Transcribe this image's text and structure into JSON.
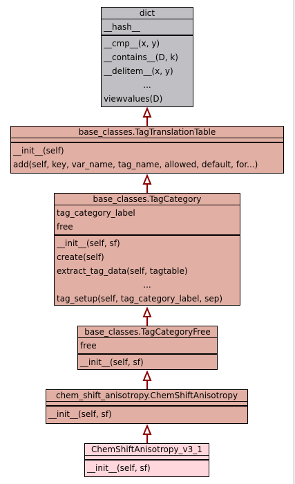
{
  "diagram": {
    "classes": {
      "dict": {
        "name": "dict",
        "attributes": [
          "__hash__"
        ],
        "methods": [
          "__cmp__(x, y)",
          "__contains__(D, k)",
          "__delitem__(x, y)",
          "...",
          "viewvalues(D)"
        ]
      },
      "tag_translation_table": {
        "name": "base_classes.TagTranslationTable",
        "attributes": [],
        "methods": [
          "__init__(self)",
          "add(self, key, var_name, tag_name, allowed, default, for...)"
        ]
      },
      "tag_category": {
        "name": "base_classes.TagCategory",
        "attributes": [
          "tag_category_label",
          "free"
        ],
        "methods": [
          "__init__(self, sf)",
          "create(self)",
          "extract_tag_data(self, tagtable)",
          "...",
          "tag_setup(self, tag_category_label, sep)"
        ]
      },
      "tag_category_free": {
        "name": "base_classes.TagCategoryFree",
        "attributes": [
          "free"
        ],
        "methods": [
          "__init__(self, sf)"
        ]
      },
      "chem_shift_anisotropy": {
        "name": "chem_shift_anisotropy.ChemShiftAnisotropy",
        "attributes": [],
        "methods": [
          "__init__(self, sf)"
        ]
      },
      "chem_shift_anisotropy_v3_1": {
        "name": "ChemShiftAnisotropy_v3_1",
        "attributes": [],
        "methods": [
          "__init__(self, sf)"
        ]
      }
    },
    "colors": {
      "base_external": "#c0bfc3",
      "ancestor": "#e2afa4",
      "focus_class": "#ffd7dc",
      "inheritance_arrow": "#8b0000"
    }
  }
}
